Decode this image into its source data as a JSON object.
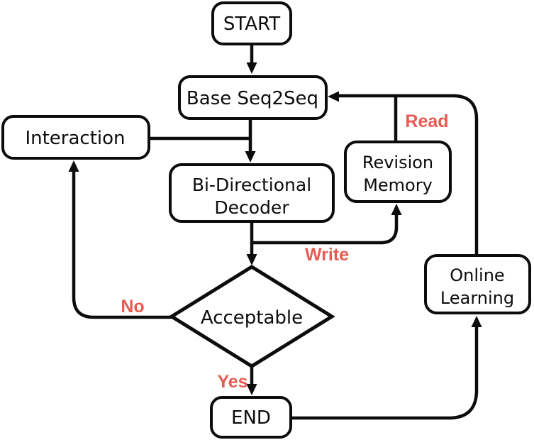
{
  "diagram": {
    "nodes": {
      "start": "START",
      "base_seq2seq": "Base Seq2Seq",
      "interaction": "Interaction",
      "decoder_line1": "Bi-Directional",
      "decoder_line2": "Decoder",
      "memory_line1": "Revision",
      "memory_line2": "Memory",
      "acceptable": "Acceptable",
      "end": "END",
      "online_line1": "Online",
      "online_line2": "Learning"
    },
    "edge_labels": {
      "read": "Read",
      "write": "Write",
      "no": "No",
      "yes": "Yes"
    },
    "colors": {
      "stroke": "#0c0c0c",
      "edge_label": "#e85b52",
      "background": "#ffffff"
    }
  }
}
